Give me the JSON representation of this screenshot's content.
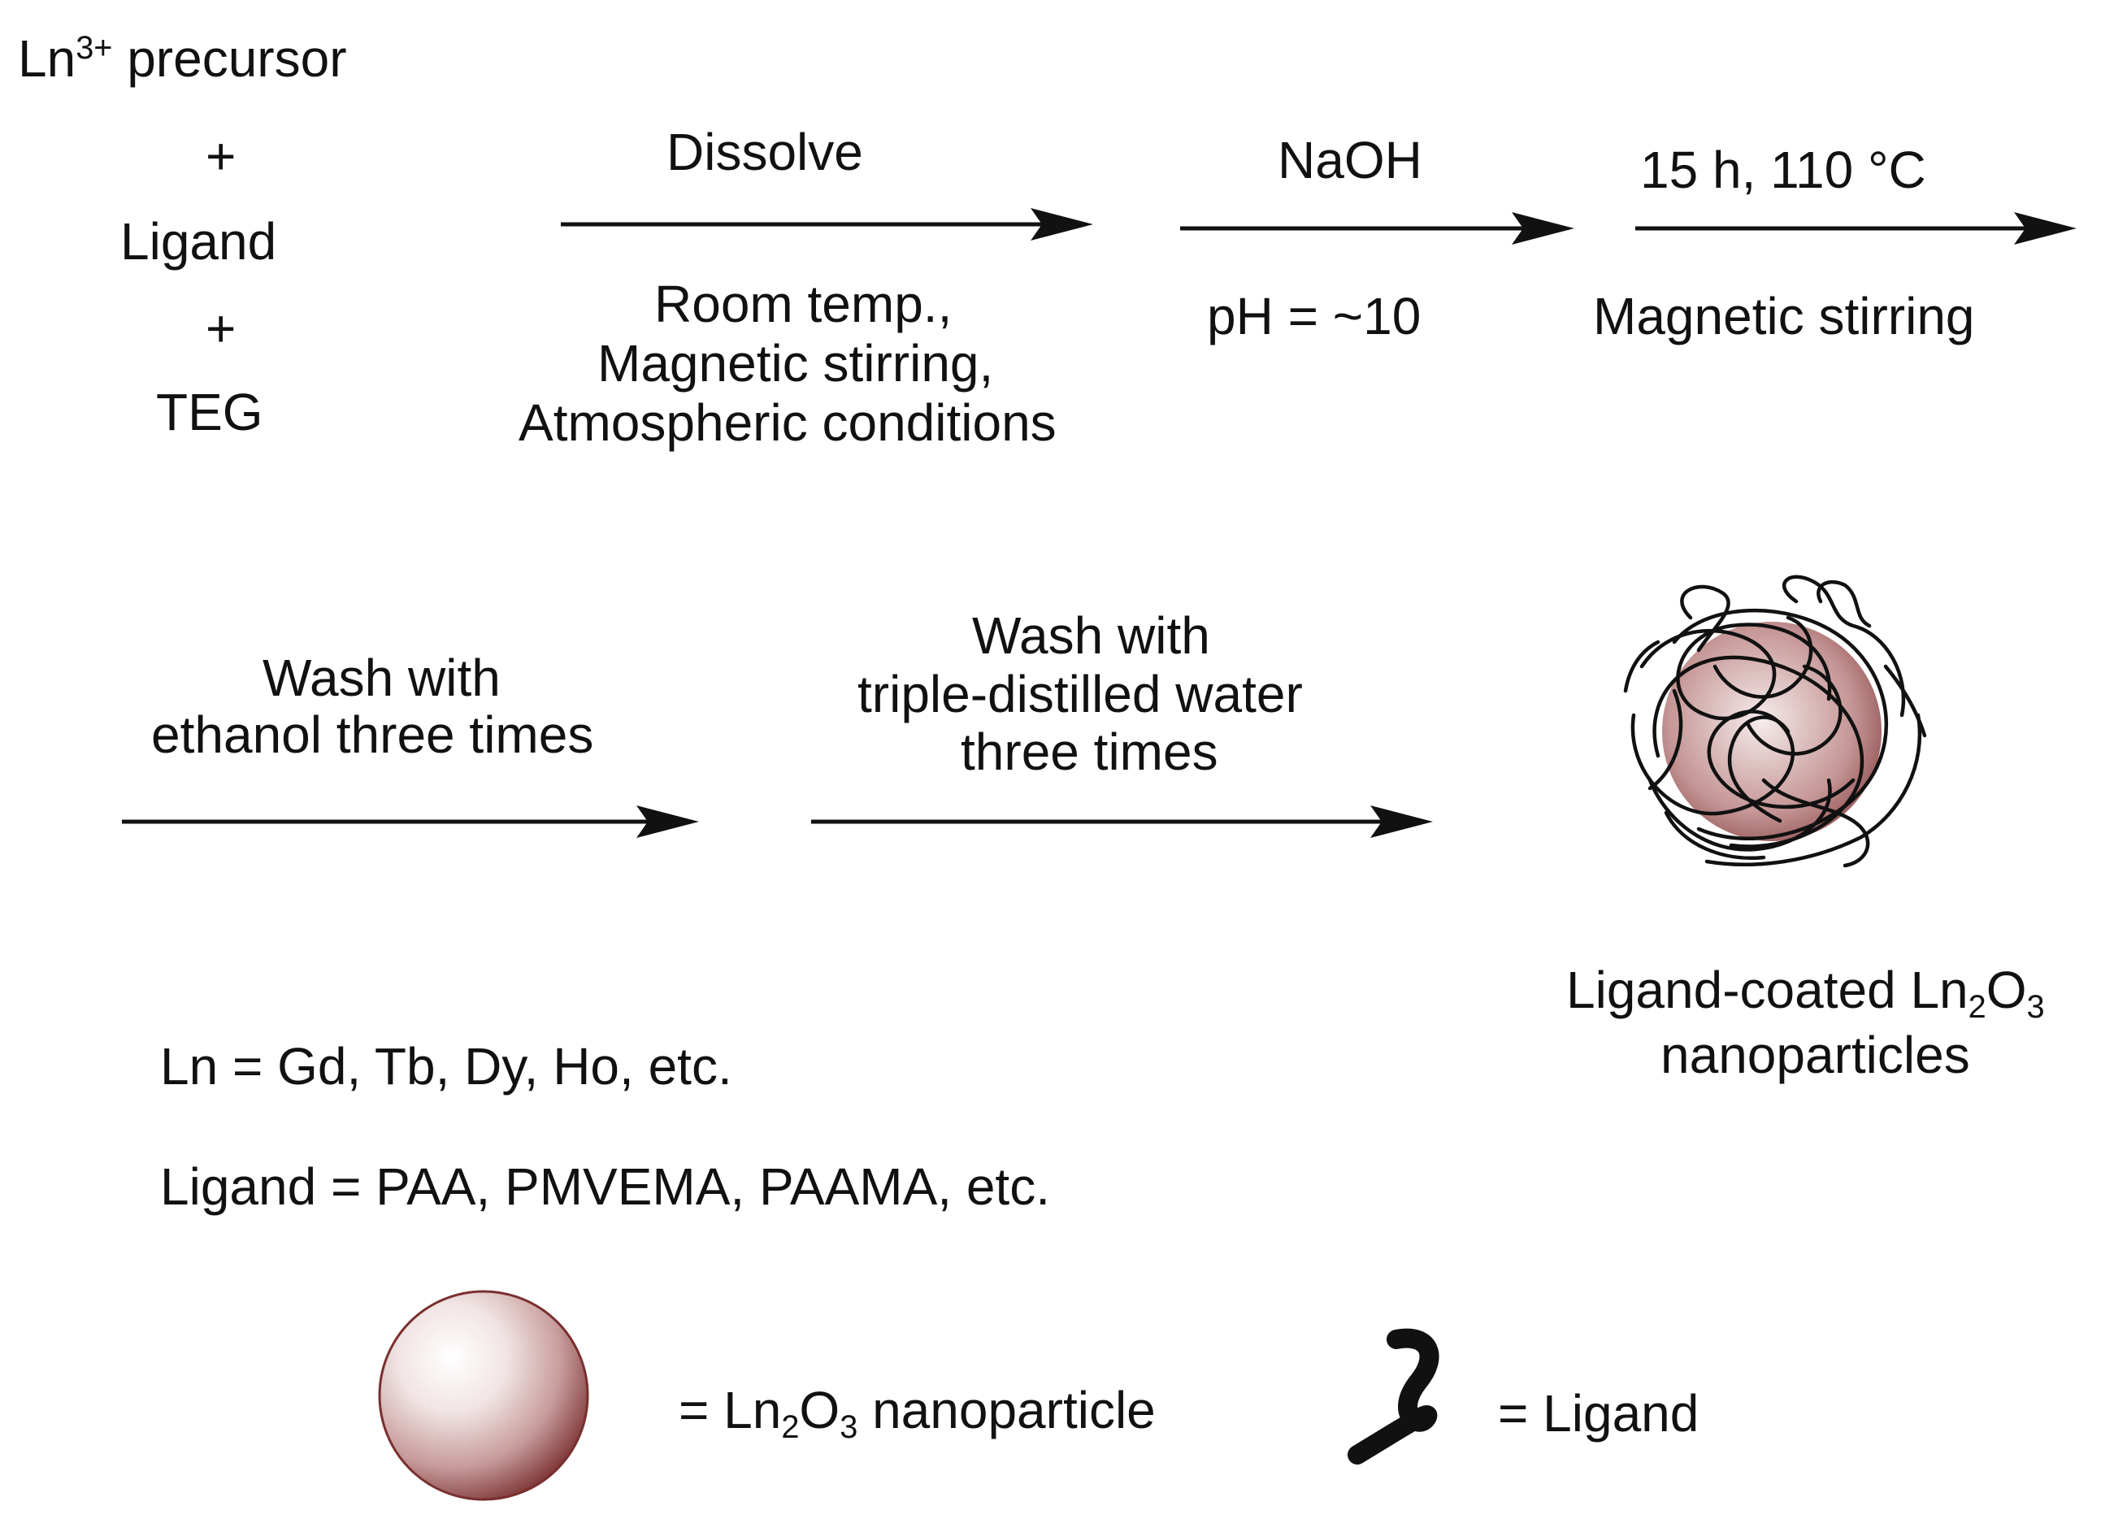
{
  "reactants": {
    "precursor_base": "Ln",
    "precursor_sup": "3+",
    "precursor_rest": " precursor",
    "plus1": "+",
    "ligand": "Ligand",
    "plus2": "+",
    "solvent": "TEG"
  },
  "step1": {
    "above": "Dissolve",
    "below_line1": "Room temp.,",
    "below_line2": "Magnetic stirring,",
    "below_line3": "Atmospheric conditions"
  },
  "step2": {
    "above": "NaOH",
    "below": "pH = ~10"
  },
  "step3": {
    "above": "15 h, 110 °C",
    "below": "Magnetic stirring"
  },
  "step4": {
    "line1": "Wash with",
    "line2": "ethanol three times"
  },
  "step5": {
    "line1": "Wash with",
    "line2": "triple-distilled water",
    "line3": "three times"
  },
  "product": {
    "line1_pre": "Ligand-coated Ln",
    "sub1": "2",
    "mid": "O",
    "sub2": "3",
    "line2": "nanoparticles"
  },
  "definitions": {
    "ln": "Ln = Gd, Tb, Dy, Ho, etc.",
    "ligand": "Ligand = PAA, PMVEMA, PAAMA, etc."
  },
  "legend": {
    "nanoparticle_pre": "= Ln",
    "nanoparticle_sub1": "2",
    "nanoparticle_mid": "O",
    "nanoparticle_sub2": "3",
    "nanoparticle_post": " nanoparticle",
    "ligand": "= Ligand"
  },
  "colors": {
    "sphere_rim": "#7a2f2f",
    "sphere_highlight": "#ffffff",
    "ink": "#111111"
  }
}
